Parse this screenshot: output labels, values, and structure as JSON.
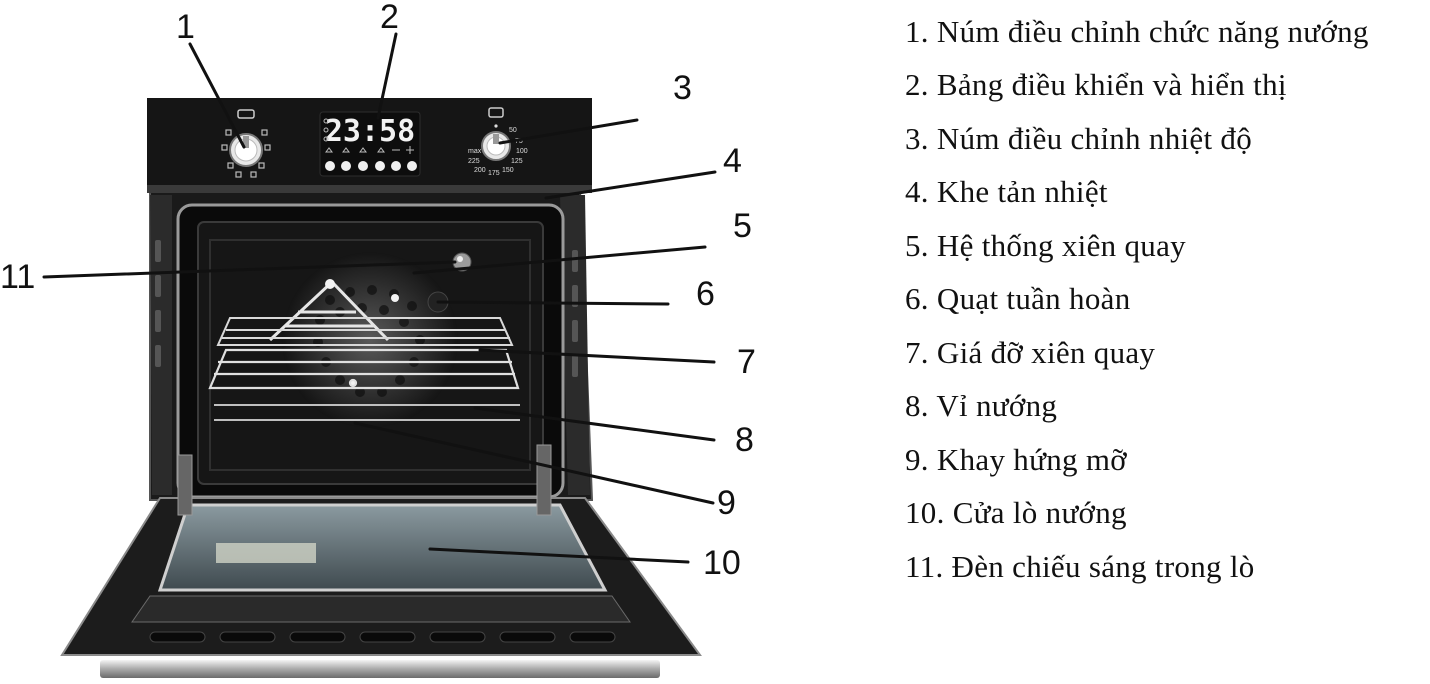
{
  "display": {
    "time": "23:58"
  },
  "temperature_knob": {
    "marks": [
      "50",
      "75",
      "100",
      "125",
      "150",
      "175",
      "200",
      "225",
      "max"
    ]
  },
  "callouts": [
    "1",
    "2",
    "3",
    "4",
    "5",
    "6",
    "7",
    "8",
    "9",
    "10",
    "11"
  ],
  "legend": [
    "1. Núm điều chỉnh chức năng nướng",
    "2. Bảng điều khiển và hiển thị",
    "3. Núm điều chỉnh nhiệt độ",
    "4. Khe tản nhiệt",
    "5. Hệ thống xiên quay",
    "6. Quạt tuần hoàn",
    "7. Giá đỡ xiên quay",
    "8. Vỉ nướng",
    "9. Khay hứng mỡ",
    "10. Cửa lò nướng",
    "11. Đèn chiếu sáng trong lò"
  ]
}
